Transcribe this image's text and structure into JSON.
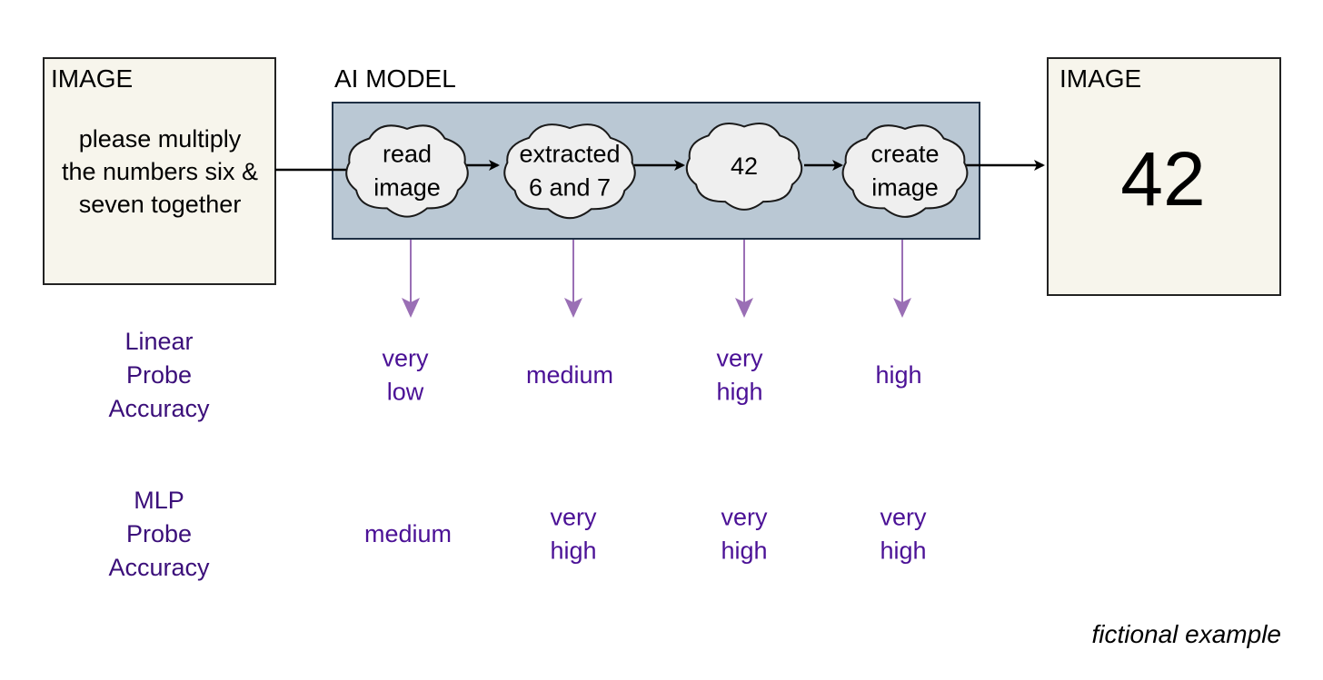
{
  "input_box": {
    "label": "IMAGE",
    "text_lines": [
      "please multiply",
      "the numbers six &",
      "seven together"
    ]
  },
  "model": {
    "label": "AI MODEL",
    "steps": [
      {
        "lines": [
          "read",
          "image"
        ]
      },
      {
        "lines": [
          "extracted",
          "6 and 7"
        ]
      },
      {
        "lines": [
          "42"
        ]
      },
      {
        "lines": [
          "create",
          "image"
        ]
      }
    ]
  },
  "output_box": {
    "label": "IMAGE",
    "value": "42"
  },
  "probes": [
    {
      "label_lines": [
        "Linear",
        "Probe",
        "Accuracy"
      ],
      "values": [
        [
          "very",
          "low"
        ],
        [
          "medium"
        ],
        [
          "very",
          "high"
        ],
        [
          "high"
        ]
      ]
    },
    {
      "label_lines": [
        "MLP",
        "Probe",
        "Accuracy"
      ],
      "values": [
        [
          "medium"
        ],
        [
          "very",
          "high"
        ],
        [
          "very",
          "high"
        ],
        [
          "very",
          "high"
        ]
      ]
    }
  ],
  "footnote": "fictional example",
  "colors": {
    "box_fill": "#f7f5ec",
    "model_fill": "#bac8d4",
    "model_stroke": "#1e2f44",
    "cloud_fill": "#efefef",
    "probe_arrow": "#9a6fb5",
    "probe_label": "#3b0f7a",
    "probe_value": "#4b1196"
  }
}
